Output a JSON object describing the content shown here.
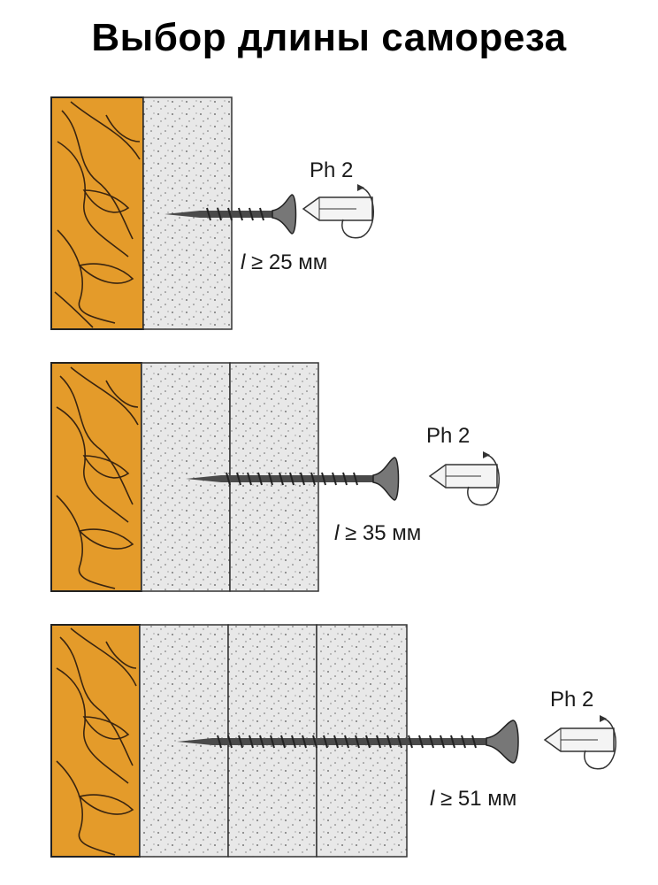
{
  "title": "Выбор длины самореза",
  "colors": {
    "wood": "#E49B2A",
    "wood_grain": "#3a2510",
    "board": "#E8E8E8",
    "outline": "#333333",
    "screw": "#4a4a4a"
  },
  "icons": {
    "bit": "phillips-bit-icon",
    "rotation": "rotation-arrow-icon",
    "screw": "screw-icon"
  },
  "panels": [
    {
      "bit_label": "Ph 2",
      "length_label": "l ≥ 25 мм",
      "length_var": "l",
      "length_text": " ≥ 25 мм",
      "boards": 1
    },
    {
      "bit_label": "Ph 2",
      "length_label": "l ≥ 35 мм",
      "length_var": "l",
      "length_text": " ≥ 35 мм",
      "boards": 2
    },
    {
      "bit_label": "Ph 2",
      "length_label": "l ≥ 51 мм",
      "length_var": "l",
      "length_text": " ≥ 51 мм",
      "boards": 3
    }
  ]
}
